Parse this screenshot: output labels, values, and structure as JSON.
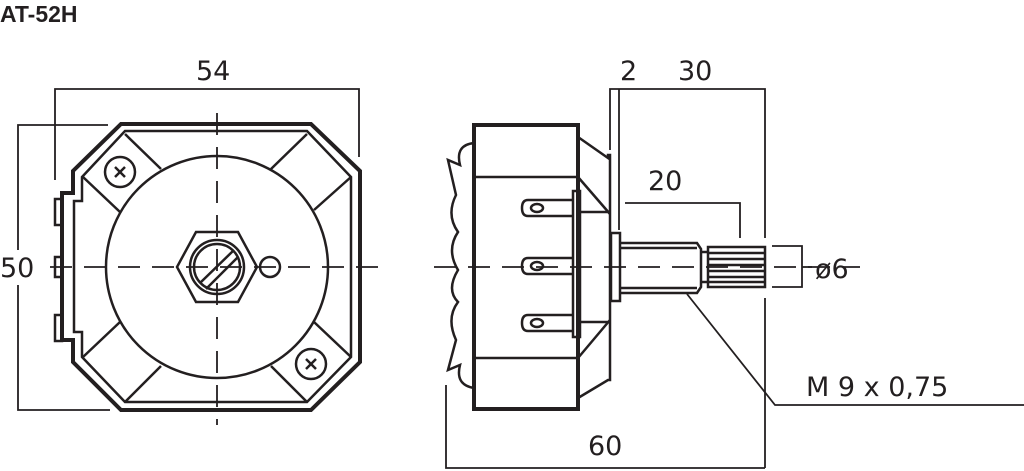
{
  "title": "AT-52H",
  "front_view": {
    "width_dim": "54",
    "height_dim": "50"
  },
  "side_view": {
    "flange_dim": "2",
    "shaft_dim": "30",
    "thread_length_dim": "20",
    "diameter_dim": "ø6",
    "thread_label": "M 9 x 0,75",
    "overall_length_dim": "60"
  }
}
